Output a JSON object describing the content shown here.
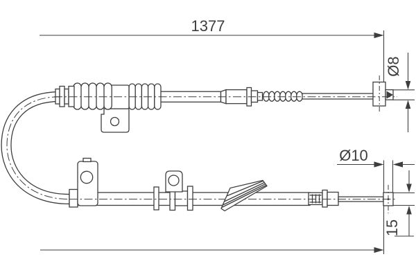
{
  "diagram": {
    "type": "technical-drawing",
    "subject": "parking brake cable side view",
    "background_color": "#ffffff",
    "line_color": "#3e3e3e",
    "labels": {
      "overall_length": "1377",
      "top_end_diameter": "Ø8",
      "bottom_end_diameter": "Ø10",
      "bottom_end_length": "15"
    }
  }
}
